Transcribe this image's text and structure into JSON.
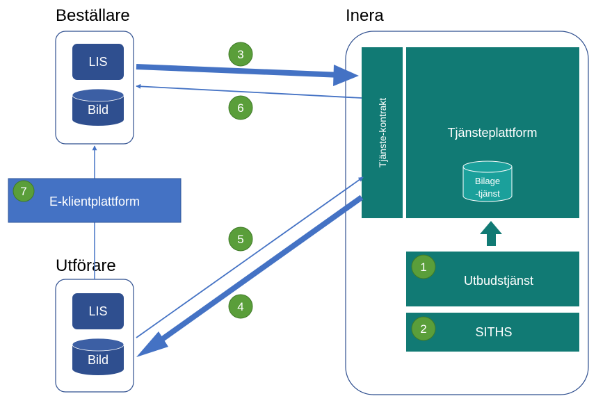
{
  "labels": {
    "bestallare": "Beställare",
    "utforare": "Utförare",
    "inera": "Inera",
    "lis": "LIS",
    "bild": "Bild",
    "eklient": "E-klientplattform",
    "tjanstekontrakt": "Tjänste-kontrakt",
    "tjansteplattform": "Tjänsteplattform",
    "bilage_line1": "Bilage",
    "bilage_line2": "-tjänst",
    "utbudstjanst": "Utbudstjänst",
    "siths": "SITHS"
  },
  "steps": [
    "1",
    "2",
    "3",
    "4",
    "5",
    "6",
    "7"
  ],
  "colors": {
    "dark_blue": "#2f4f8f",
    "mid_blue": "#4472c4",
    "teal": "#117a74",
    "green": "#5a9e3a",
    "outline": "#2f4f8f"
  }
}
